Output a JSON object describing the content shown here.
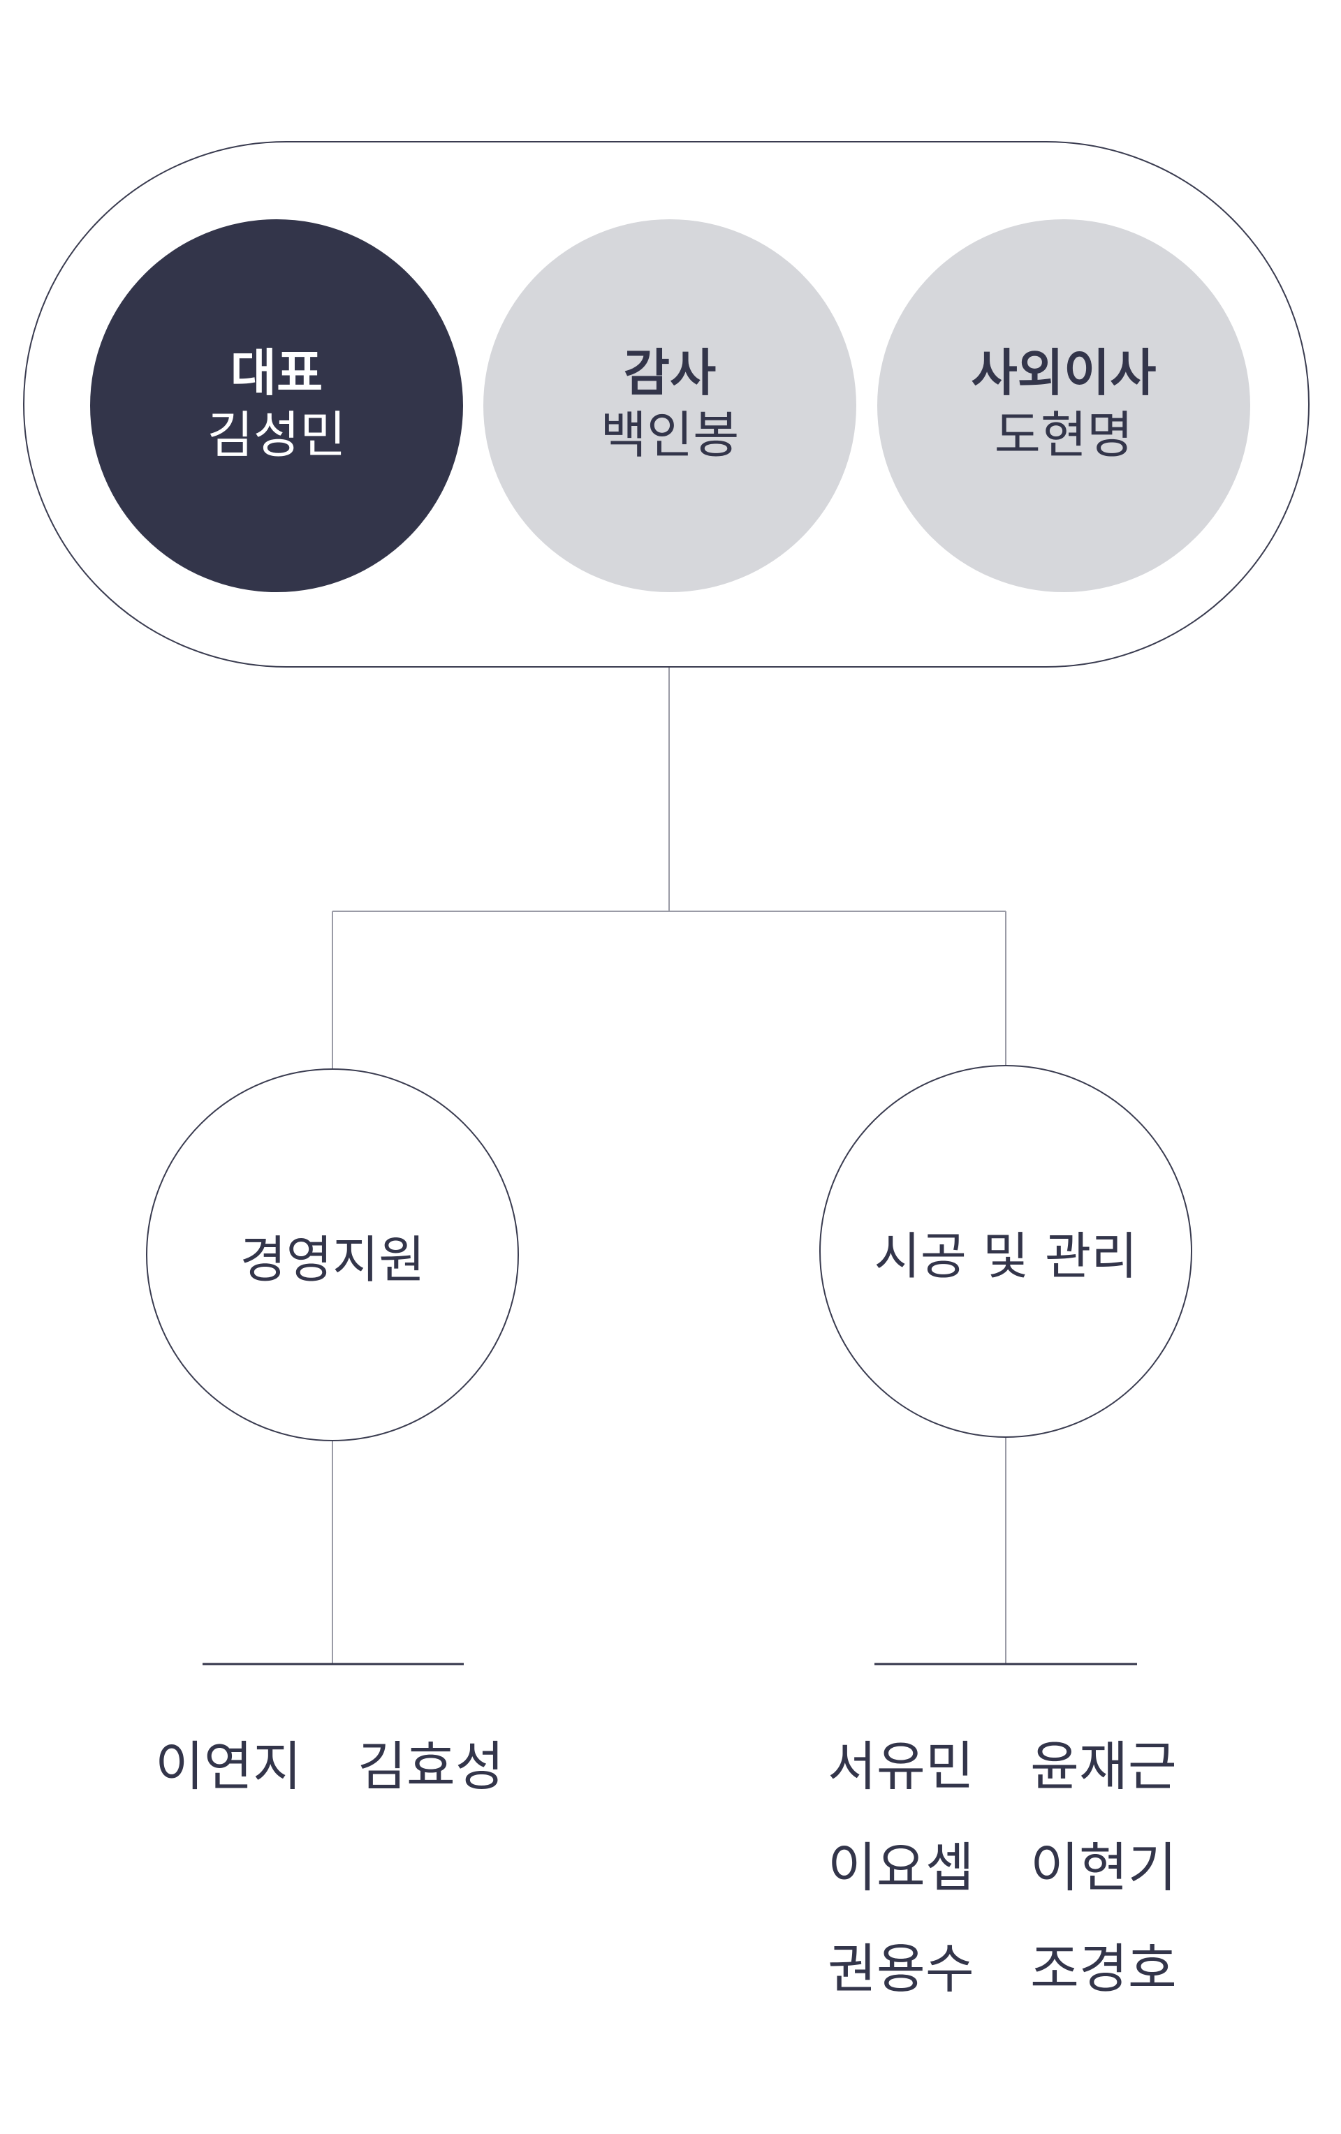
{
  "executives": [
    {
      "role": "대표",
      "name": "김성민",
      "style": "dark"
    },
    {
      "role": "감사",
      "name": "백인봉",
      "style": "light"
    },
    {
      "role": "사외이사",
      "name": "도현명",
      "style": "light"
    }
  ],
  "departments": [
    {
      "label": "경영지원",
      "members": [
        [
          "이연지",
          "김효성"
        ]
      ]
    },
    {
      "label": "시공 및 관리",
      "members": [
        [
          "서유민",
          "윤재근"
        ],
        [
          "이요셉",
          "이현기"
        ],
        [
          "권용수",
          "조경호"
        ]
      ]
    }
  ],
  "colors": {
    "navy": "#33354a",
    "light_gray": "#d6d7db",
    "line": "#9a9ba6",
    "outline": "#3a3c50"
  }
}
